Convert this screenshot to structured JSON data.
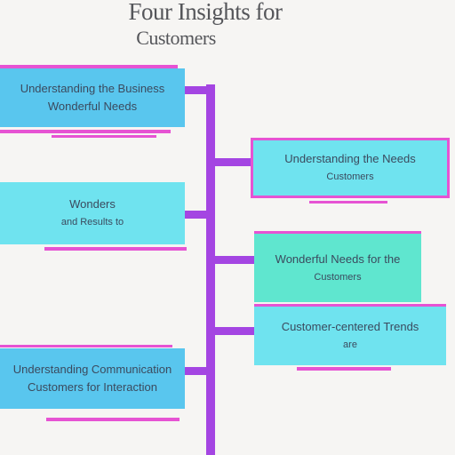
{
  "title": {
    "line1": "Four Insights for",
    "line2": "Customers"
  },
  "colors": {
    "trunk": "#a445e2",
    "accent_line": "#e653d3",
    "box_blue": "#59c6ee",
    "box_cyan": "#6fe3ef",
    "box_mint": "#5fe6cf",
    "text": "#3b4a5e"
  },
  "boxes": [
    {
      "line1": "Understanding the Business",
      "line2": "Wonderful Needs"
    },
    {
      "line1": "Understanding the Needs",
      "line2": "Customers"
    },
    {
      "line1": "Wonders",
      "line2": "and Results to"
    },
    {
      "line1": "Wonderful Needs for the",
      "line2": "Customers"
    },
    {
      "line1": "Customer-centered Trends",
      "line2": "are"
    },
    {
      "line1": "Understanding Communication",
      "line2": "Customers for Interaction"
    }
  ]
}
